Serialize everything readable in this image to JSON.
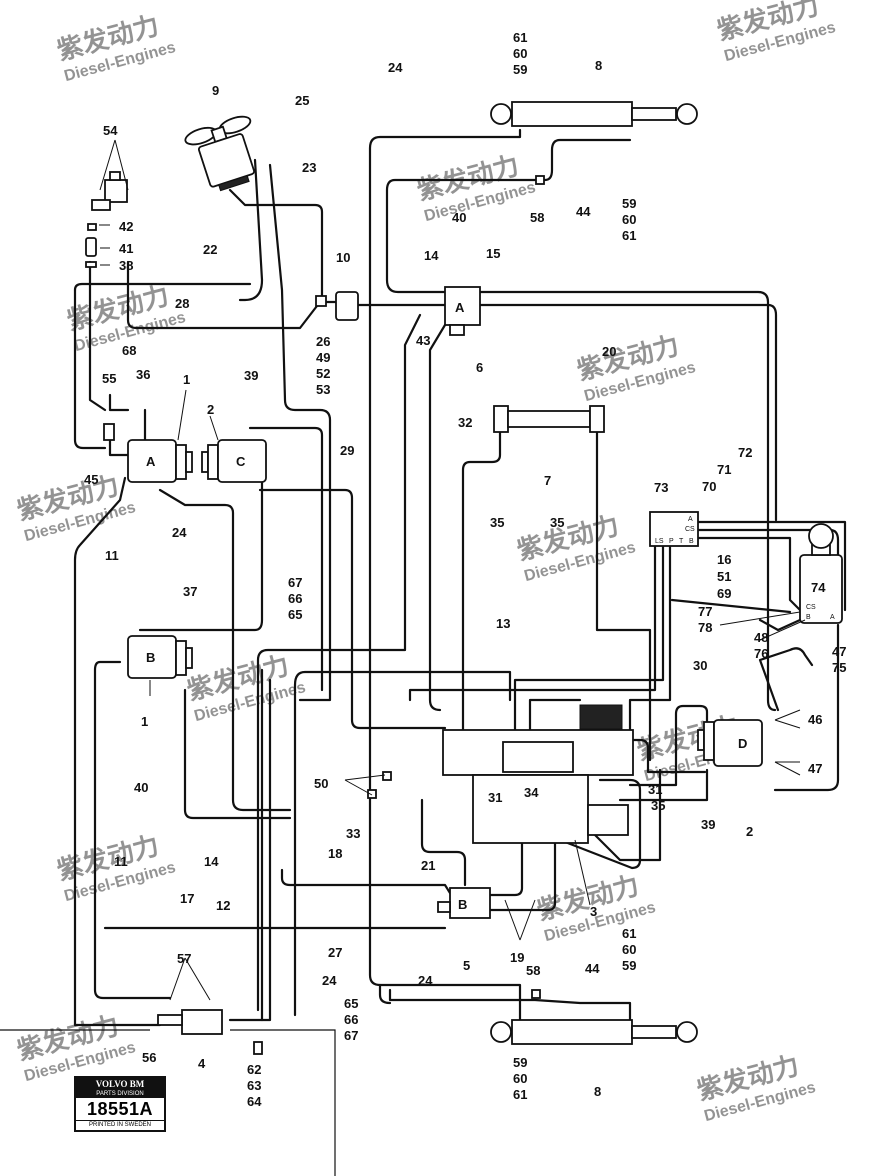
{
  "drawing": {
    "labels": [
      "61",
      "60",
      "59",
      "8",
      "24",
      "9",
      "25",
      "54",
      "23",
      "40",
      "58",
      "44",
      "59",
      "60",
      "61",
      "42",
      "41",
      "38",
      "22",
      "10",
      "14",
      "15",
      "28",
      "26",
      "49",
      "52",
      "53",
      "43",
      "6",
      "20",
      "68",
      "55",
      "36",
      "1",
      "39",
      "2",
      "32",
      "7",
      "45",
      "29",
      "24",
      "35",
      "35",
      "73",
      "72",
      "71",
      "70",
      "11",
      "37",
      "67",
      "66",
      "65",
      "16",
      "51",
      "69",
      "74",
      "77",
      "78",
      "48",
      "76",
      "47",
      "75",
      "13",
      "1",
      "30",
      "46",
      "40",
      "50",
      "31",
      "34",
      "31",
      "35",
      "47",
      "33",
      "18",
      "21",
      "39",
      "2",
      "11",
      "14",
      "3",
      "17",
      "12",
      "19",
      "5",
      "27",
      "57",
      "24",
      "24",
      "58",
      "44",
      "61",
      "60",
      "59",
      "65",
      "66",
      "67",
      "56",
      "4",
      "62",
      "63",
      "64",
      "59",
      "60",
      "61",
      "8"
    ],
    "part_letters": [
      "A",
      "C",
      "B",
      "A",
      "B",
      "D"
    ],
    "port_marks": [
      "A",
      "CS",
      "LS",
      "P",
      "T",
      "B",
      "CS",
      "B",
      "A"
    ]
  },
  "watermark": {
    "brand_cn": "紫发动力",
    "brand_en": "Diesel-Engines"
  },
  "plate": {
    "brand": "VOLVO BM",
    "division": "PARTS DIVISION",
    "number": "18551A",
    "printed": "PRINTED IN SWEDEN"
  }
}
